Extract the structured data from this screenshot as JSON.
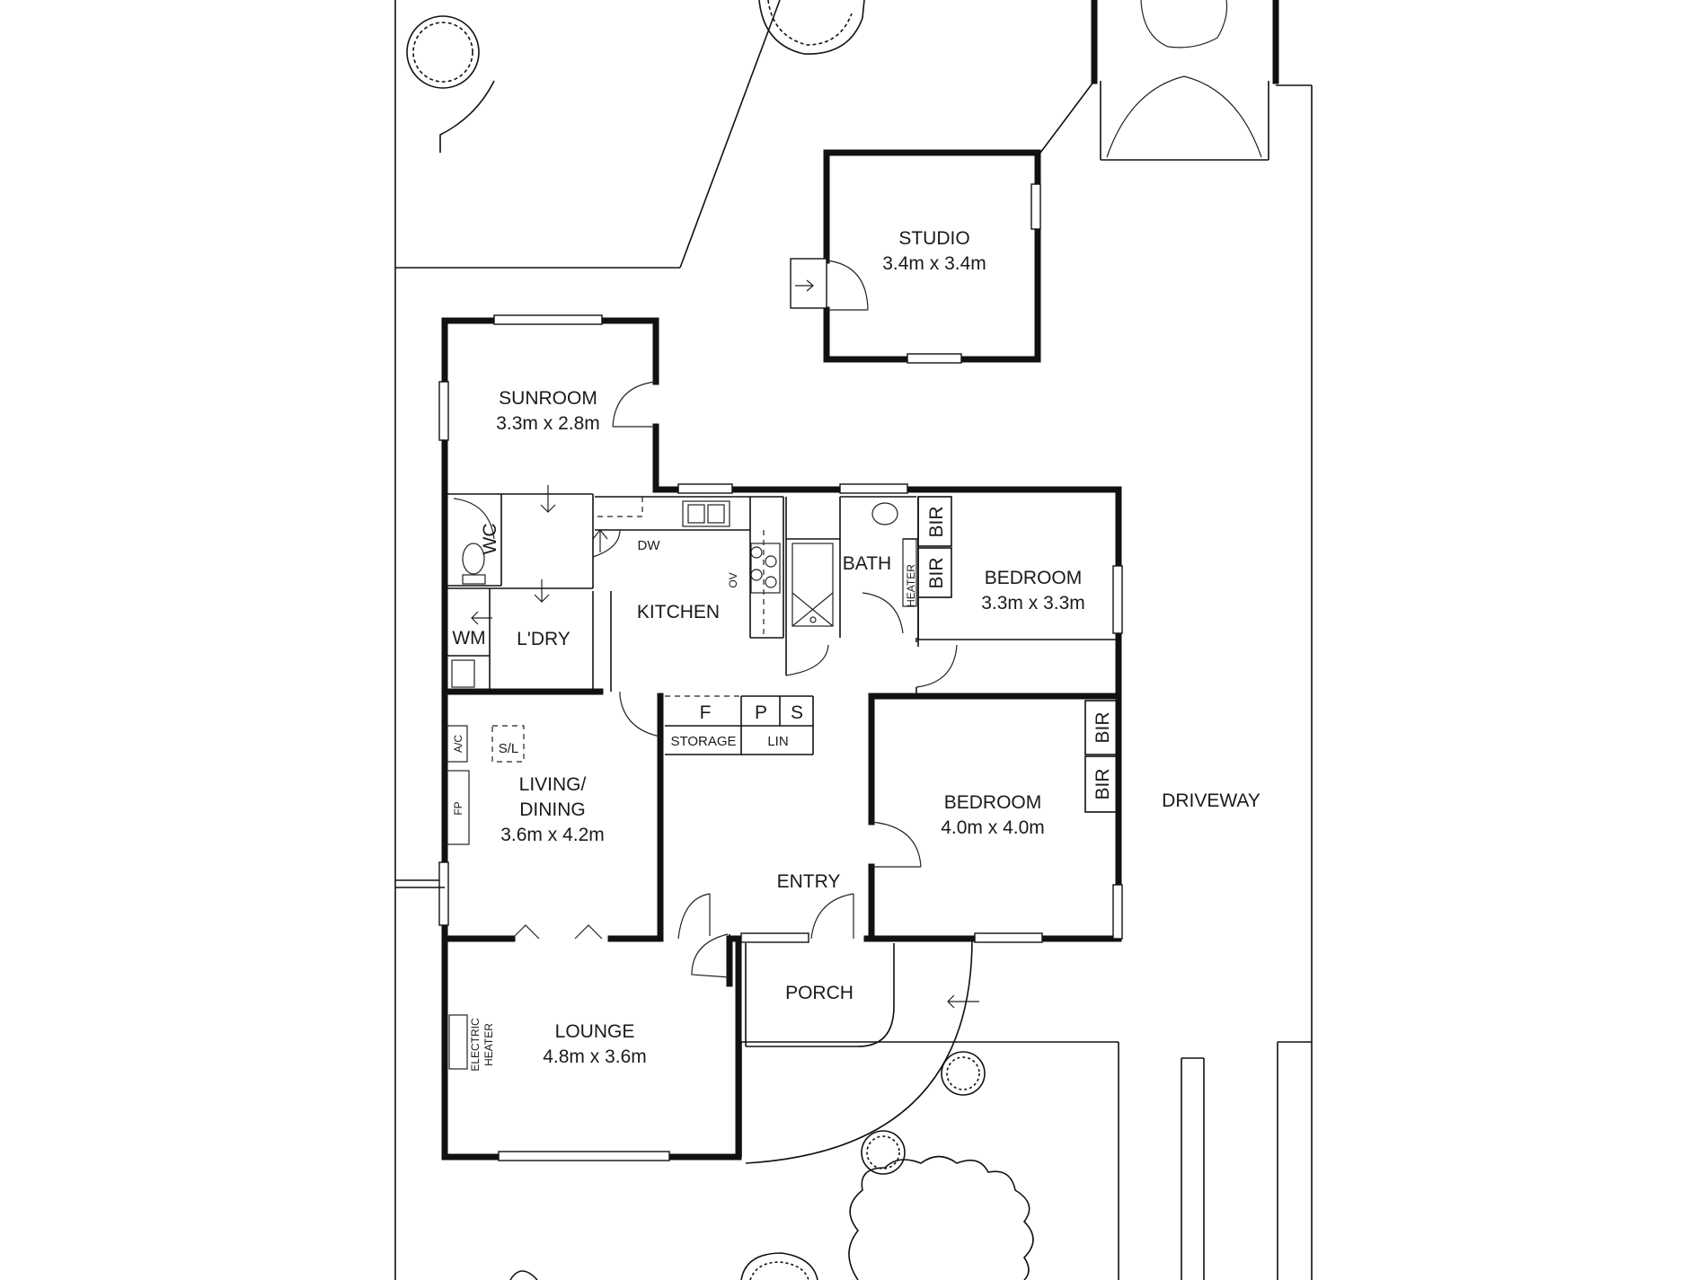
{
  "rooms": {
    "studio": {
      "name": "STUDIO",
      "size": "3.4m x 3.4m"
    },
    "sunroom": {
      "name": "SUNROOM",
      "size": "3.3m x 2.8m"
    },
    "kitchen": {
      "name": "KITCHEN"
    },
    "bath": {
      "name": "BATH"
    },
    "bedroom1": {
      "name": "BEDROOM",
      "size": "3.3m x 3.3m"
    },
    "bedroom2": {
      "name": "BEDROOM",
      "size": "4.0m x 4.0m"
    },
    "laundry": {
      "name": "L'DRY"
    },
    "living": {
      "line1": "LIVING/",
      "line2": "DINING",
      "size": "3.6m x 4.2m"
    },
    "entry": {
      "name": "ENTRY"
    },
    "porch": {
      "name": "PORCH"
    },
    "lounge": {
      "name": "LOUNGE",
      "size": "4.8m x 3.6m"
    },
    "driveway": {
      "name": "DRIVEWAY"
    }
  },
  "fixtures": {
    "wc": "WC",
    "wm": "WM",
    "dw": "DW",
    "ov": "OV",
    "heater": "HEATER",
    "bir": "BIR",
    "fridge": "F",
    "pantry": "P",
    "s": "S",
    "storage": "STORAGE",
    "lin": "LIN",
    "skylight": "S/L",
    "ac": "A/C",
    "fp": "FP",
    "electric_heater_1": "ELECTRIC",
    "electric_heater_2": "HEATER"
  }
}
